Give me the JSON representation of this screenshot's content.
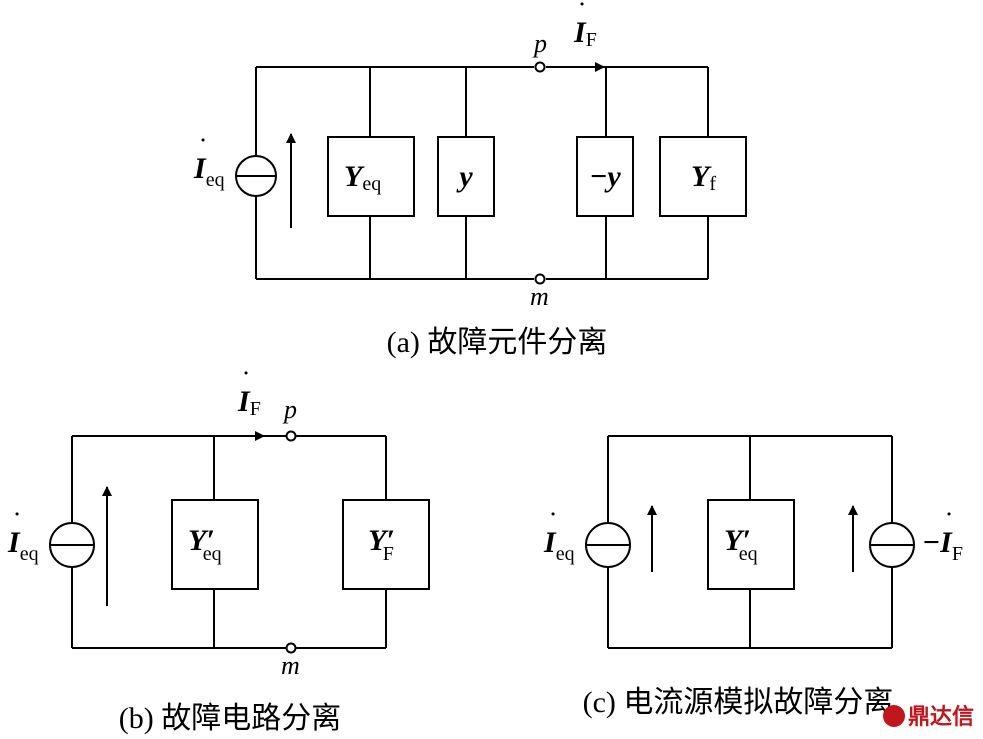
{
  "diagram_a": {
    "node_top": "p",
    "node_bottom": "m",
    "current_main": "I",
    "current_sub": "F",
    "source_main": "I",
    "source_sub": "eq",
    "box_yeq_main": "Y",
    "box_yeq_sub": "eq",
    "box_y": "y",
    "box_negy": "−y",
    "box_yf_main": "Y",
    "box_yf_sub": "f",
    "caption": "(a) 故障元件分离"
  },
  "diagram_b": {
    "node_top": "p",
    "node_bottom": "m",
    "current_main": "I",
    "current_sub": "F",
    "source_main": "I",
    "source_sub": "eq",
    "box1_main": "Y′",
    "box1_sub": "eq",
    "box2_main": "Y′",
    "box2_sub": "F",
    "caption": "(b) 故障电路分离"
  },
  "diagram_c": {
    "source_left_main": "I",
    "source_left_sub": "eq",
    "box_main": "Y′",
    "box_sub": "eq",
    "source_right_main": "−I",
    "source_right_sub": "F",
    "caption": "(c) 电流源模拟故障分离"
  },
  "watermark": "鼎达信"
}
